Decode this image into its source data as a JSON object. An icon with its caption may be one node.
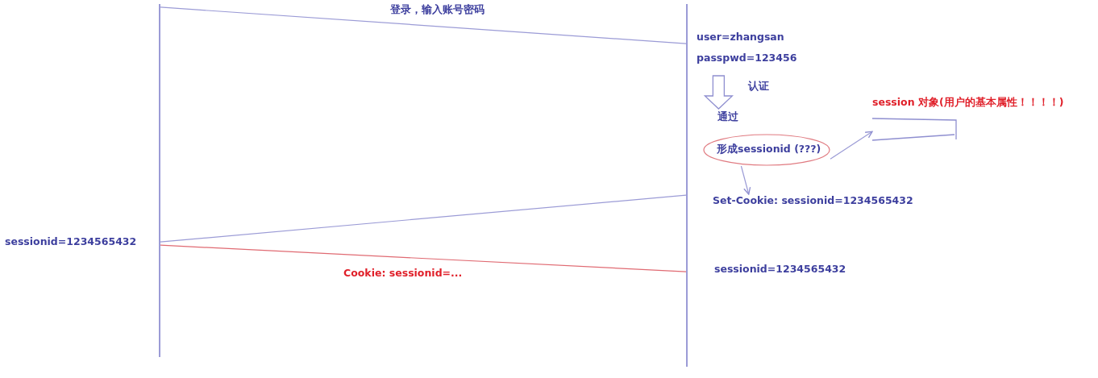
{
  "diagram": {
    "nodes": [
      {
        "text": [],
        "shape": "bar"
      },
      {
        "text": [],
        "shape": "bar"
      },
      {
        "text": [
          "user=zhangsan",
          "passpwd=123456"
        ]
      },
      {
        "text": [
          "通过"
        ]
      },
      {
        "text": [
          "形成sessionid (???)"
        ]
      },
      {
        "text": [
          "session 对象(用户的基本属性！！！！)"
        ]
      },
      {
        "text": [
          "Set-Cookie: sessionid=1234565432"
        ]
      },
      {
        "text": [
          "sessionid=1234565432"
        ]
      },
      {
        "text": [
          "sessionid=1234565432"
        ]
      }
    ],
    "edges": [
      {
        "from": 0,
        "to": 1,
        "arrow": "none",
        "label": "登录，输入账号密码"
      },
      {
        "from": 2,
        "to": 3,
        "arrow": "to",
        "label": "认证",
        "style": "thick"
      },
      {
        "from": 4,
        "to": 5,
        "arrow": "to"
      },
      {
        "from": 4,
        "to": 6,
        "arrow": "to"
      },
      {
        "from": 1,
        "to": 0,
        "arrow": "none"
      },
      {
        "from": 0,
        "to": 1,
        "arrow": "none",
        "label": "Cookie: sessionid=...",
        "color": "#e06a72"
      }
    ]
  }
}
